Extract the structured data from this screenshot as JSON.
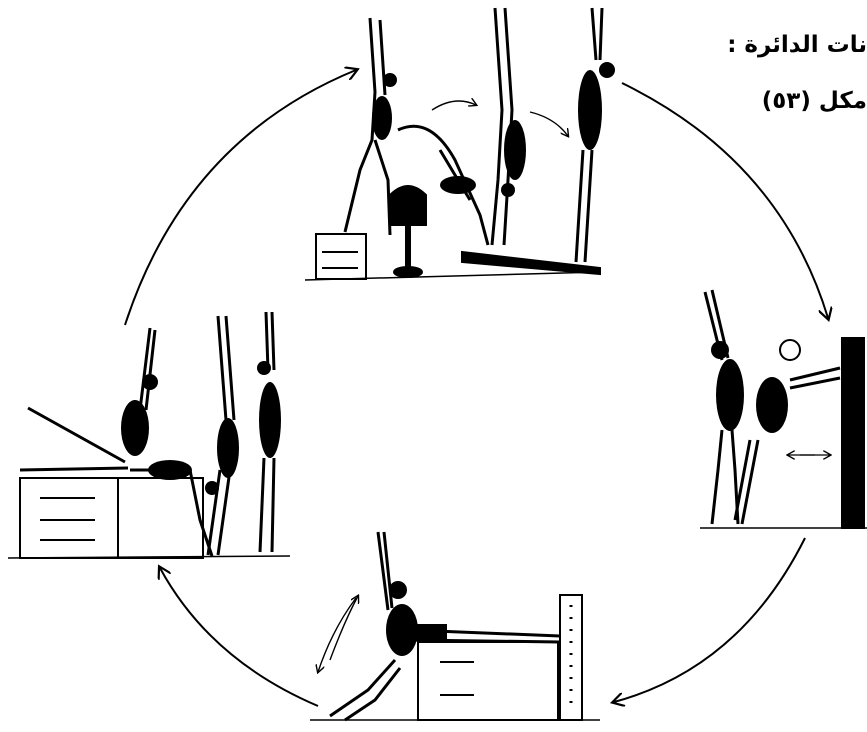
{
  "caption": {
    "line1": "نات الدائرة :",
    "line2": "مكل (٥٣)"
  },
  "stations": [
    {
      "id": "station-top",
      "description": "handstand over vaulting pommel and box onto springboard"
    },
    {
      "id": "station-right",
      "description": "handstand walk toward wall bars"
    },
    {
      "id": "station-bottom",
      "description": "leg swing over box beside wall bars"
    },
    {
      "id": "station-left",
      "description": "back walkover from box to handstand"
    }
  ],
  "colors": {
    "ink": "#000000",
    "paper": "#ffffff"
  }
}
